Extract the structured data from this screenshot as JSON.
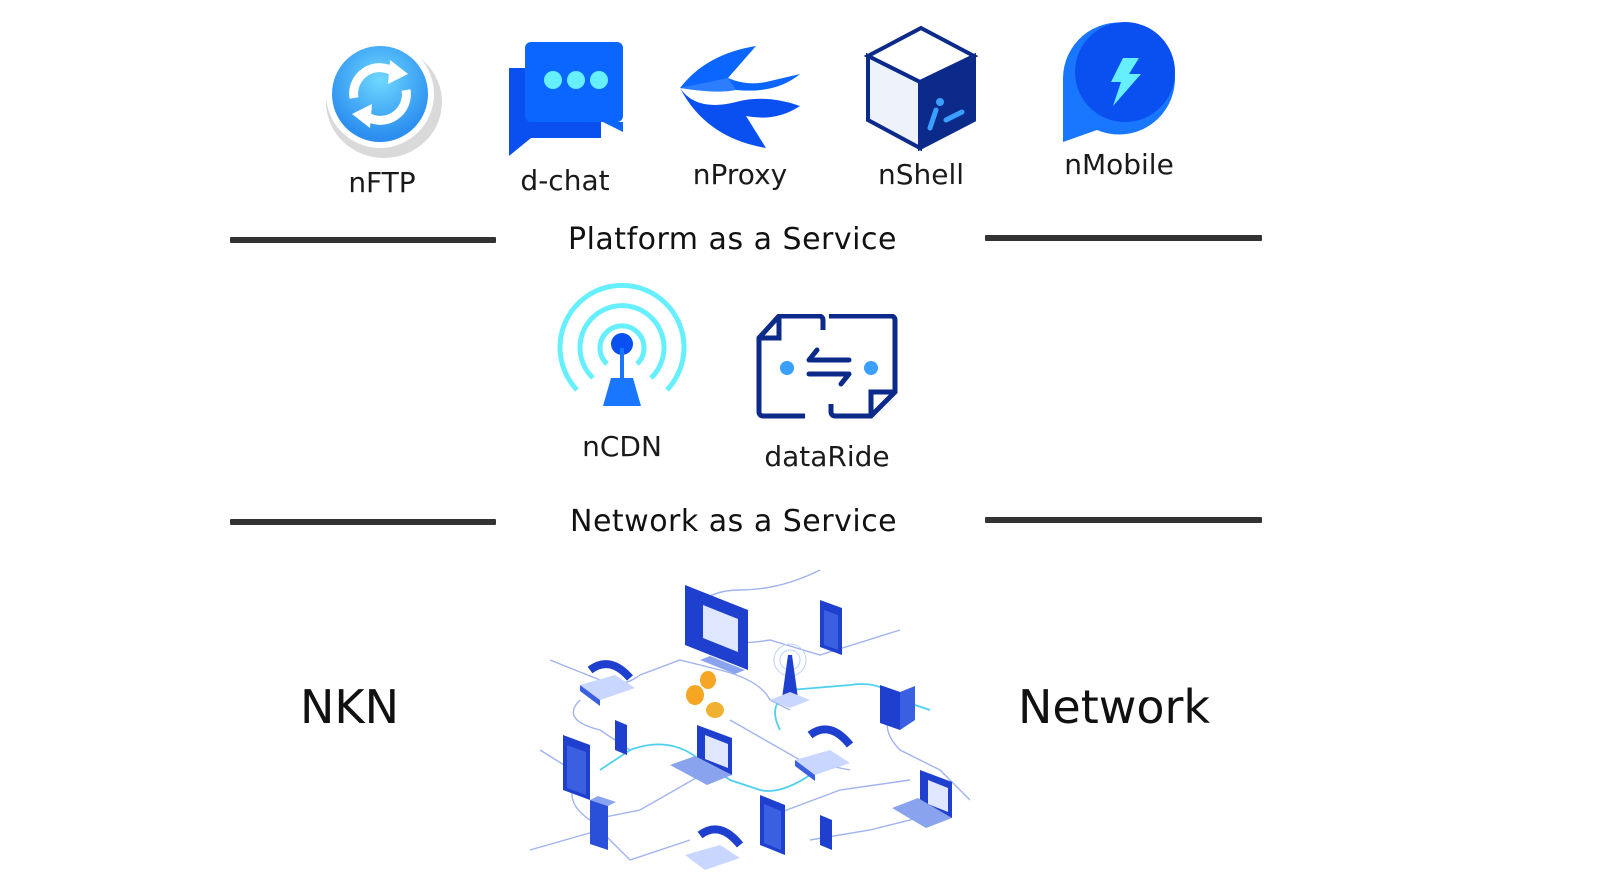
{
  "paas": {
    "title": "Platform as a Service",
    "apps": [
      {
        "label": "nFTP",
        "icon": "sync-arrows-icon"
      },
      {
        "label": "d-chat",
        "icon": "chat-bubbles-icon"
      },
      {
        "label": "nProxy",
        "icon": "proxy-wings-icon"
      },
      {
        "label": "nShell",
        "icon": "shell-cube-icon"
      },
      {
        "label": "nMobile",
        "icon": "lightning-bubble-icon"
      }
    ]
  },
  "naas": {
    "title": "Network as a Service",
    "apps": [
      {
        "label": "nCDN",
        "icon": "broadcast-antenna-icon"
      },
      {
        "label": "dataRide",
        "icon": "data-transfer-icon"
      }
    ]
  },
  "network": {
    "left_label": "NKN",
    "right_label": "Network"
  },
  "colors": {
    "primary_blue": "#0a5cf5",
    "bright_blue": "#1976ff",
    "cyan": "#66f0ff",
    "navy": "#0b2a8a",
    "divider": "#333333"
  }
}
